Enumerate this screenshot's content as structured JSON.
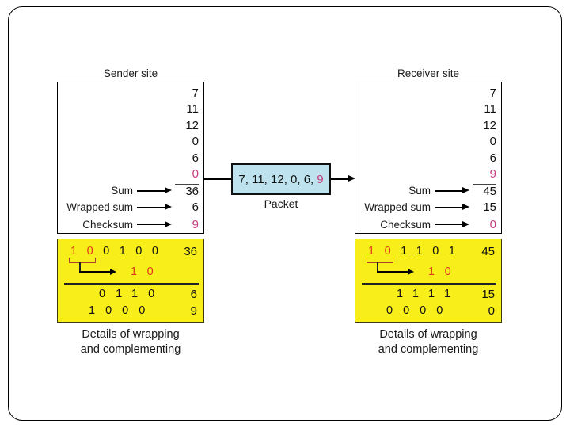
{
  "packet": {
    "prefix": "7, 11, 12, 0, 6,",
    "accent": "9",
    "label": "Packet"
  },
  "sender": {
    "title": "Sender site",
    "column_values": [
      "7",
      "11",
      "12",
      "0",
      "6"
    ],
    "column_accent_value": "0",
    "sum_label": "Sum",
    "sum_value": "36",
    "wrapped_label": "Wrapped sum",
    "wrapped_value": "6",
    "checksum_label": "Checksum",
    "checksum_value": "9",
    "binary": {
      "row1_red": "10",
      "row1_black": "0100",
      "row1_value": "36",
      "carry": "10",
      "row2_digits": "0110",
      "row2_value": "6",
      "row3_digits": "1000",
      "row3_value": "9"
    },
    "caption_line1": "Details of wrapping",
    "caption_line2": "and complementing"
  },
  "receiver": {
    "title": "Receiver site",
    "column_values": [
      "7",
      "11",
      "12",
      "0",
      "6"
    ],
    "column_accent_value": "9",
    "sum_label": "Sum",
    "sum_value": "45",
    "wrapped_label": "Wrapped sum",
    "wrapped_value": "15",
    "checksum_label": "Checksum",
    "checksum_value": "0",
    "binary": {
      "row1_red": "10",
      "row1_black": "1101",
      "row1_value": "45",
      "carry": "10",
      "row2_digits": "1111",
      "row2_value": "15",
      "row3_digits": "0000",
      "row3_value": "0"
    },
    "caption_line1": "Details of wrapping",
    "caption_line2": "and complementing"
  },
  "colors": {
    "accent_magenta": "#c43c7d",
    "binary_red": "#e2391d",
    "packet_fill": "#bfe3ee",
    "details_fill": "#f8ee19",
    "line_black": "#000000"
  }
}
